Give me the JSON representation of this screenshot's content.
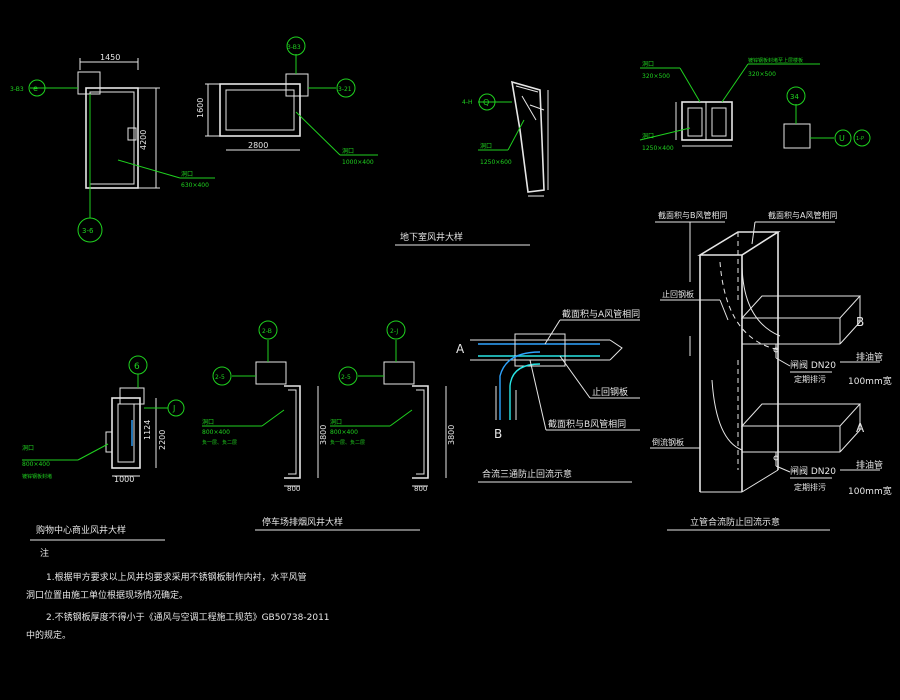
{
  "colors": {
    "background": "#000000",
    "line": "#e6e6e6",
    "leader": "#1fd11f",
    "duct_blue": "#2fa4ff",
    "duct_cyan": "#29e6e6"
  },
  "top_left": {
    "dim_width": "1450",
    "dim_height": "4200",
    "grid_a": "3-B3",
    "grid_a_circle": "e",
    "grid_b": "3-6",
    "opening_label": "洞口",
    "opening_size": "630×400"
  },
  "top_mid": {
    "dim_height": "1600",
    "dim_width": "2800",
    "grid_top": "3-B3",
    "grid_right": "3-21",
    "opening_label": "洞口",
    "opening_size": "1000×400"
  },
  "basement": {
    "grid_left": "4-H",
    "grid_circle": "Q",
    "opening_label": "洞口",
    "opening_size": "1250×600",
    "title": "地下室风井大样"
  },
  "top_right": {
    "opening1_label": "洞口",
    "opening1_size": "320×500",
    "note_top": "镀锌钢板封堵至上层楼板",
    "opening2_size": "320×500",
    "opening3_label": "洞口",
    "opening3_size": "1250×400",
    "grid_circle": "34",
    "grid_right": "1-P",
    "grid_circle2": "U"
  },
  "mall": {
    "grid_circle": "6",
    "grid_circle2": "J",
    "dim_height": "2200",
    "dim_inner": "1124",
    "dim_bottom": "1000",
    "opening_label": "洞口",
    "opening_size": "800×400",
    "opening_note": "镀锌钢板封堵",
    "title": "购物中心商业风井大样"
  },
  "parking": {
    "grid_a_top": "2-B",
    "grid_a_left": "2-5",
    "grid_b_top": "2-J",
    "grid_b_left": "2-5",
    "opening_label": "洞口",
    "opening_size": "800×400",
    "opening_note": "负一层、负二层",
    "dim_height": "3800",
    "dim_bottom": "800",
    "title": "停车场排烟风井大样"
  },
  "confluence": {
    "label_a": "A",
    "label_b": "B",
    "note_top": "截面积与A风管相同",
    "note_mid": "止回钢板",
    "note_bot": "截面积与B风管相同",
    "title": "合流三通防止回流示意"
  },
  "riser": {
    "note_b": "截面积与B风管相同",
    "note_a": "截面积与A风管相同",
    "note_check": "止回钢板",
    "note_guide": "倒流钢板",
    "label_b": "B",
    "label_a": "A",
    "valve1": "闸阀 DN20",
    "drain1": "定期排污",
    "pipe1": "排油管",
    "size1": "100mm宽",
    "valve2": "闸阀 DN20",
    "drain2": "定期排污",
    "pipe2": "排油管",
    "size2": "100mm宽",
    "title": "立管合流防止回流示意"
  },
  "notes": {
    "heading": "注",
    "line1": "1.根据甲方要求以上风井均要求采用不锈钢板制作内衬，水平风管",
    "line2": "洞口位置由施工单位根据现场情况确定。",
    "line3": "2.不锈钢板厚度不得小于《通风与空调工程施工规范》GB50738-2011",
    "line4": "中的规定。"
  }
}
